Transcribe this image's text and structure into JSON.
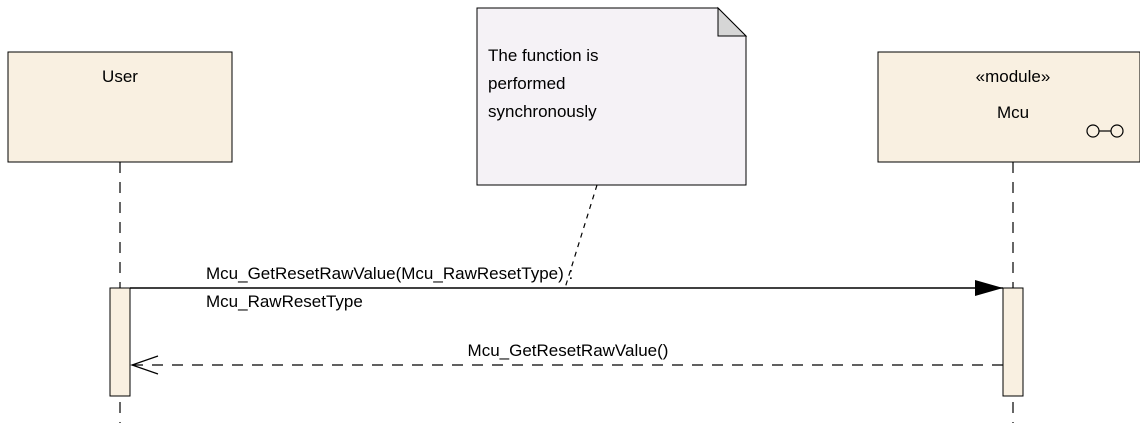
{
  "diagram": {
    "lifelines": [
      {
        "name": "User",
        "stereotype": ""
      },
      {
        "name": "Mcu",
        "stereotype": "«module»"
      }
    ],
    "note": {
      "lines": [
        "The function is",
        "performed",
        "synchronously"
      ]
    },
    "messages": [
      {
        "label_line1": "Mcu_GetResetRawValue(Mcu_RawResetType) :",
        "label_line2": "Mcu_RawResetType",
        "type": "synchronous-call"
      },
      {
        "label": "Mcu_GetResetRawValue()",
        "type": "reply"
      }
    ],
    "colors": {
      "lifeline_fill": "#f9f0e1",
      "note_fill": "#f5f2f6",
      "stroke": "#000000"
    }
  }
}
